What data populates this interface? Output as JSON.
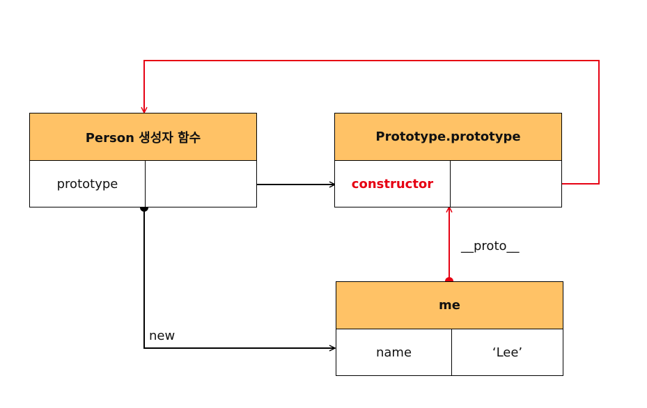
{
  "diagram": {
    "person": {
      "title": "Person 생성자 함수",
      "key": "prototype",
      "value": ""
    },
    "proto": {
      "title": "Prototype.prototype",
      "key": "constructor",
      "value": ""
    },
    "me": {
      "title": "me",
      "key": "name",
      "value": "‘Lee’"
    },
    "edges": {
      "new_label": "new",
      "proto_label": "__proto__"
    },
    "colors": {
      "header": "#ffc266",
      "red": "#e60012",
      "black": "#000000"
    }
  }
}
